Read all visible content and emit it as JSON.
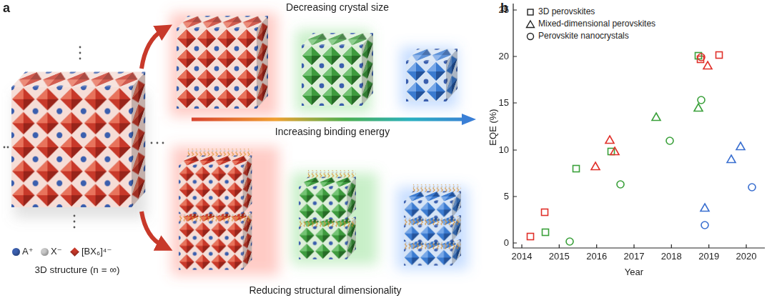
{
  "diagram": {
    "labels": [
      "a",
      "Decreasing crystal size",
      "Increasing binding energy",
      "3D structure (n = ∞)",
      "Reducing structural dimensionality",
      "b",
      "EQE (%)",
      "25",
      "20",
      "15",
      "10",
      "5",
      "0",
      "2014",
      "2015",
      "2016",
      "2017",
      "2018",
      "2019",
      "2020",
      "Year"
    ],
    "legend": [
      {
        "text": "A⁺",
        "color": "#3b5fae"
      },
      {
        "text": "X⁻",
        "color": "#c8c8c8"
      },
      {
        "text": "[BX₆]⁴⁻",
        "color": "#c8392a"
      },
      {
        "text": "3D perovskites"
      },
      {
        "text": "Mixed-dimensional perovskites"
      },
      {
        "text": "Perovskite nanocrystals"
      }
    ]
  }
}
